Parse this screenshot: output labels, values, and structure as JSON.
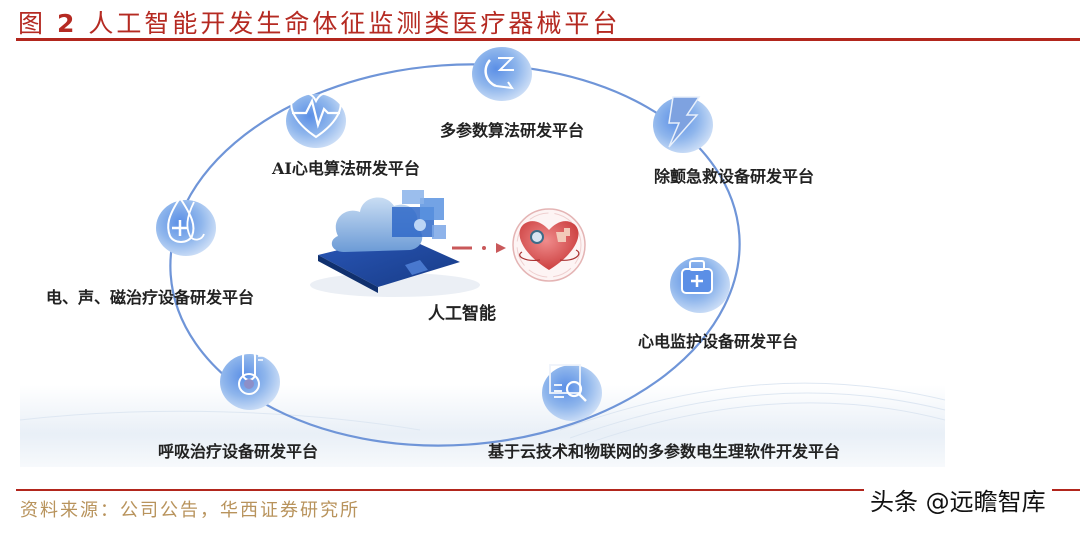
{
  "figure": {
    "label": "图",
    "number": "2",
    "title": "人工智能开发生命体征监测类医疗器械平台"
  },
  "center": {
    "label": "人工智能",
    "left_icon": "cloud-server-icon",
    "right_icon": "heart-medical-icon"
  },
  "nodes": [
    {
      "id": "multi-param",
      "label": "多参数算法研发平台",
      "icon": "refresh-arrows-icon"
    },
    {
      "id": "defib",
      "label": "除颤急救设备研发平台",
      "icon": "lightning-icon"
    },
    {
      "id": "ecg-monitor",
      "label": "心电监护设备研发平台",
      "icon": "medical-kit-icon"
    },
    {
      "id": "cloud-iot",
      "label": "基于云技术和物联网的多参数电生理软件开发平台",
      "icon": "search-document-icon"
    },
    {
      "id": "respiratory",
      "label": "呼吸治疗设备研发平台",
      "icon": "thermometer-icon"
    },
    {
      "id": "therapy",
      "label": "电、声、磁治疗设备研发平台",
      "icon": "drop-plus-icon"
    },
    {
      "id": "ai-ecg",
      "label": "AI心电算法研发平台",
      "icon": "heart-pulse-icon"
    }
  ],
  "source": "资料来源：公司公告，华西证券研究所",
  "watermark": "头条 @远瞻智库",
  "colors": {
    "title_red": "#b52a22",
    "rule_red": "#b2261d",
    "source_gold": "#b8935c",
    "ring_blue": "#6f95d8",
    "node_blue": "#8fb6ec",
    "heart_red": "#d94a4a"
  }
}
